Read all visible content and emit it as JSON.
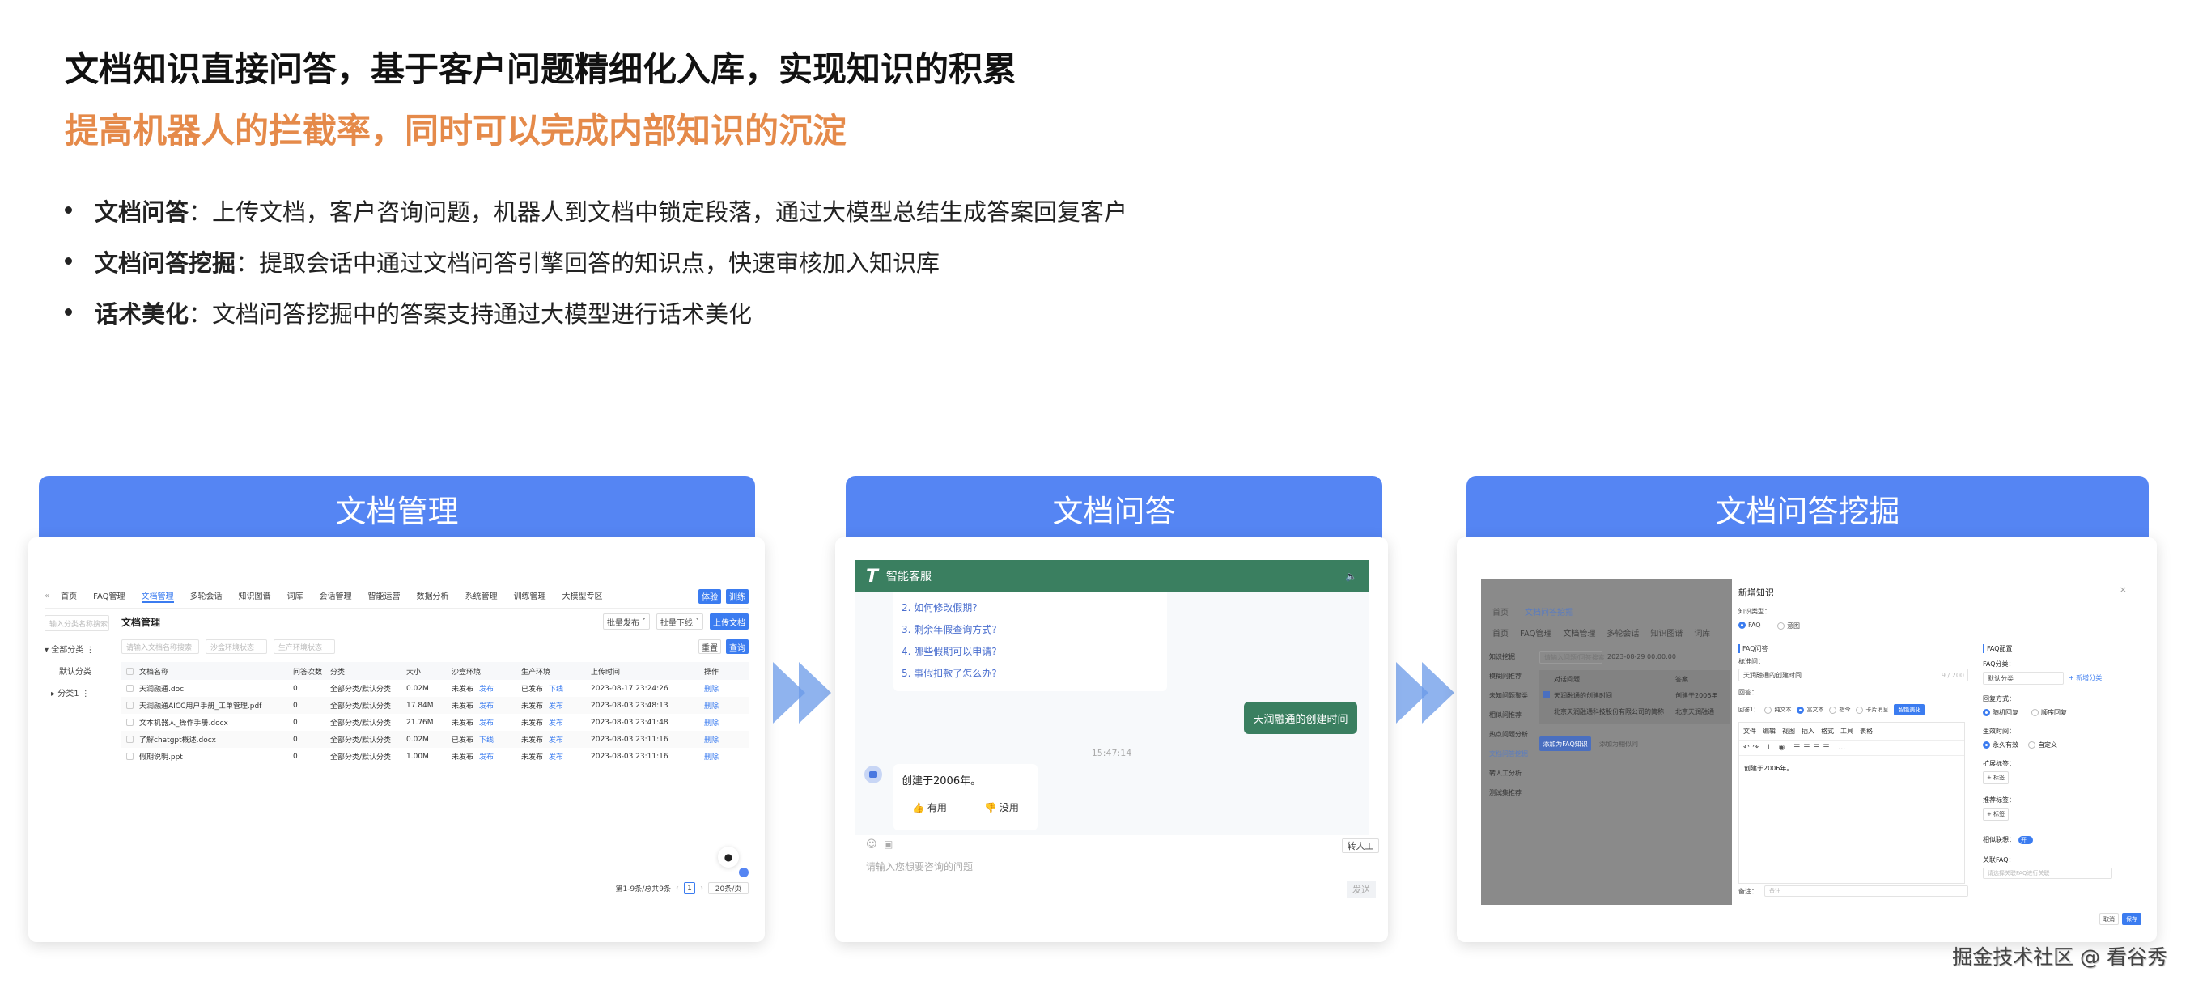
{
  "headline": "文档知识直接问答，基于客户问题精细化入库，实现知识的积累",
  "subheadline": "提高机器人的拦截率，同时可以完成内部知识的沉淀",
  "bullets": [
    {
      "term": "文档问答",
      "desc": "：上传文档，客户咨询问题，机器人到文档中锁定段落，通过大模型总结生成答案回复客户"
    },
    {
      "term": "文档问答挖掘",
      "desc": "：提取会话中通过文档问答引擎回答的知识点，快速审核加入知识库"
    },
    {
      "term": "话术美化",
      "desc": "：文档问答挖掘中的答案支持通过大模型进行话术美化"
    }
  ],
  "colors": {
    "accent_orange": "#e58a4a",
    "panel_header": "#5585f3",
    "chat_green": "#3a7f60",
    "primary_blue": "#3b7cf0"
  },
  "panels": {
    "doc_manage": {
      "title": "文档管理",
      "nav": [
        "首页",
        "FAQ管理",
        "文档管理",
        "多轮会话",
        "知识图谱",
        "词库",
        "会话管理",
        "智能运营",
        "数据分析",
        "系统管理",
        "训练管理",
        "大模型专区"
      ],
      "nav_active": "文档管理",
      "experience": "体验",
      "train": "训练",
      "tree_search_placeholder": "输入分类名称搜索",
      "tree": [
        "全部分类",
        "默认分类",
        "分类1"
      ],
      "page_title": "文档管理",
      "batch_publish": "批量发布",
      "batch_offline": "批量下线",
      "upload": "上传文档",
      "filter_name_placeholder": "请输入文档名称搜索",
      "filter_sandbox": "沙盒环境状态",
      "filter_prod": "生产环境状态",
      "reset": "重置",
      "query": "查询",
      "columns": [
        "文档名称",
        "问答次数",
        "分类",
        "大小",
        "沙盒环境",
        "生产环境",
        "上传时间",
        "操作"
      ],
      "rows": [
        {
          "name": "天润融通.doc",
          "count": "0",
          "category": "全部分类/默认分类",
          "size": "0.02M",
          "sandbox": "未发布",
          "sandbox_action": "发布",
          "prod": "已发布",
          "prod_action": "下线",
          "time": "2023-08-17 23:24:26",
          "op": "删除"
        },
        {
          "name": "天润融通AICC用户手册_工单管理.pdf",
          "count": "0",
          "category": "全部分类/默认分类",
          "size": "17.84M",
          "sandbox": "未发布",
          "sandbox_action": "发布",
          "prod": "未发布",
          "prod_action": "发布",
          "time": "2023-08-03 23:48:13",
          "op": "删除"
        },
        {
          "name": "文本机器人_操作手册.docx",
          "count": "0",
          "category": "全部分类/默认分类",
          "size": "21.76M",
          "sandbox": "未发布",
          "sandbox_action": "发布",
          "prod": "未发布",
          "prod_action": "发布",
          "time": "2023-08-03 23:41:48",
          "op": "删除"
        },
        {
          "name": "了解chatgpt概述.docx",
          "count": "0",
          "category": "全部分类/默认分类",
          "size": "0.02M",
          "sandbox": "已发布",
          "sandbox_action": "下线",
          "prod": "未发布",
          "prod_action": "发布",
          "time": "2023-08-03 23:11:16",
          "op": "删除"
        },
        {
          "name": "假期说明.ppt",
          "count": "0",
          "category": "全部分类/默认分类",
          "size": "1.00M",
          "sandbox": "未发布",
          "sandbox_action": "发布",
          "prod": "未发布",
          "prod_action": "发布",
          "time": "2023-08-03 23:11:16",
          "op": "删除"
        }
      ],
      "pagination_summary": "第1-9条/总共9条",
      "page": "1",
      "page_size": "20条/页"
    },
    "doc_qa": {
      "title": "文档问答",
      "chat_title": "智能客服",
      "suggestions": [
        "2. 如何修改假期?",
        "3. 剩余年假查询方式?",
        "4. 哪些假期可以申请?",
        "5. 事假扣款了怎么办?"
      ],
      "user_message": "天润融通的创建时间",
      "timestamp": "15:47:14",
      "bot_answer": "创建于2006年。",
      "useful": "有用",
      "useless": "没用",
      "transfer": "转人工",
      "input_placeholder": "请输入您想要咨询的问题",
      "send": "发送"
    },
    "doc_mining": {
      "title": "文档问答挖掘",
      "breadcrumb": [
        "首页",
        "文档问答挖掘"
      ],
      "nav": [
        "首页",
        "FAQ管理",
        "文档管理",
        "多轮会话",
        "知识图谱",
        "词库"
      ],
      "sidebar": [
        "知识挖掘",
        "模糊问推荐",
        "未知问题聚类",
        "相似问推荐",
        "热点问题分析",
        "文档问答挖掘",
        "转人工分析",
        "测试集推荐"
      ],
      "sidebar_active": "文档问答挖掘",
      "search_placeholder": "请输入问题/回答搜索",
      "date_from": "2023-08-29 00:00:00",
      "columns": [
        "对话问题",
        "答案"
      ],
      "rows": [
        {
          "q": "天润融通的创建时间",
          "a": "创建于2006年"
        },
        {
          "q": "北京天润融通科技股份有限公司的简称",
          "a": "北京天润融通"
        }
      ],
      "add_faq": "添加为FAQ知识",
      "add_similar": "添加为相似问",
      "drawer": {
        "title": "新增知识",
        "knowledge_type_label": "知识类型：",
        "type_faq": "FAQ",
        "type_intent": "意图",
        "faq_qa": "FAQ问答",
        "std_q_label": "标准问：",
        "std_q_value": "天润融通的创建时间",
        "std_q_count": "9 / 200",
        "answer_label": "回答：",
        "answer1_label": "回答1：",
        "answer_types": [
          "纯文本",
          "富文本",
          "指令",
          "卡片消息"
        ],
        "answer_type_selected": "富文本",
        "beautify": "智能美化",
        "editor_menu": [
          "文件",
          "编辑",
          "视图",
          "插入",
          "格式",
          "工具",
          "表格"
        ],
        "editor_content": "创建于2006年。",
        "remark_label": "备注：",
        "remark_placeholder": "备注",
        "faq_config": "FAQ配置",
        "faq_category_label": "FAQ分类：",
        "faq_category_value": "默认分类",
        "new_category": "+ 新增分类",
        "reply_mode_label": "回复方式：",
        "reply_random": "随机回复",
        "reply_order": "顺序回复",
        "effective_label": "生效时间：",
        "effective_forever": "永久有效",
        "effective_custom": "自定义",
        "ext_tag_label": "扩展标签：",
        "add_tag": "+ 标签",
        "rec_tag_label": "推荐标签：",
        "add_tag2": "+ 标签",
        "similar_label": "相似联想：",
        "toggle": "开",
        "toggle_on": true,
        "related_label": "关联FAQ：",
        "related_placeholder": "请选择关联FAQ进行关联",
        "cancel": "取消",
        "save": "保存"
      }
    }
  },
  "watermark": "掘金技术社区 @ 看谷秀"
}
